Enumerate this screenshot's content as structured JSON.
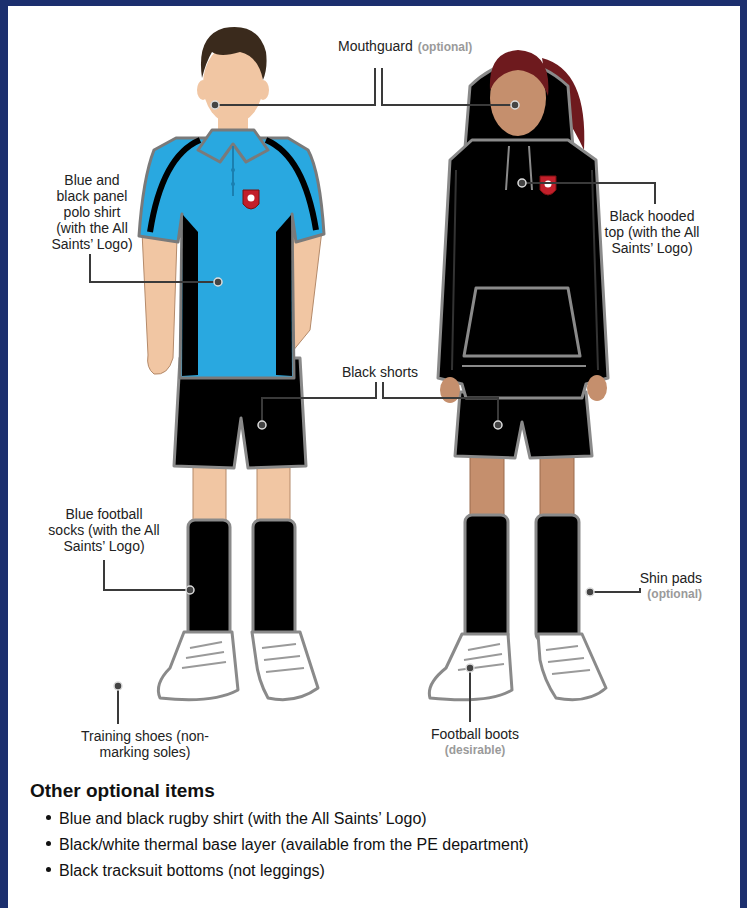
{
  "diagram": {
    "labels": [
      "Mouthguard",
      "(optional)",
      "Blue and black panel polo shirt (with the All Saints’ Logo)",
      "Black hooded top (with the All Saints’ Logo)",
      "Black shorts",
      "Blue football socks (with the All Saints’ Logo)",
      "Shin pads",
      "(optional)",
      "Training shoes (non-marking soles)",
      "Football boots",
      "(desirable)",
      "Other optional items",
      "Blue and black rugby shirt (with the All Saints’ Logo)",
      "Black/white thermal base layer (available from the PE department)",
      "Black tracksuit bottoms (not leggings)"
    ]
  }
}
